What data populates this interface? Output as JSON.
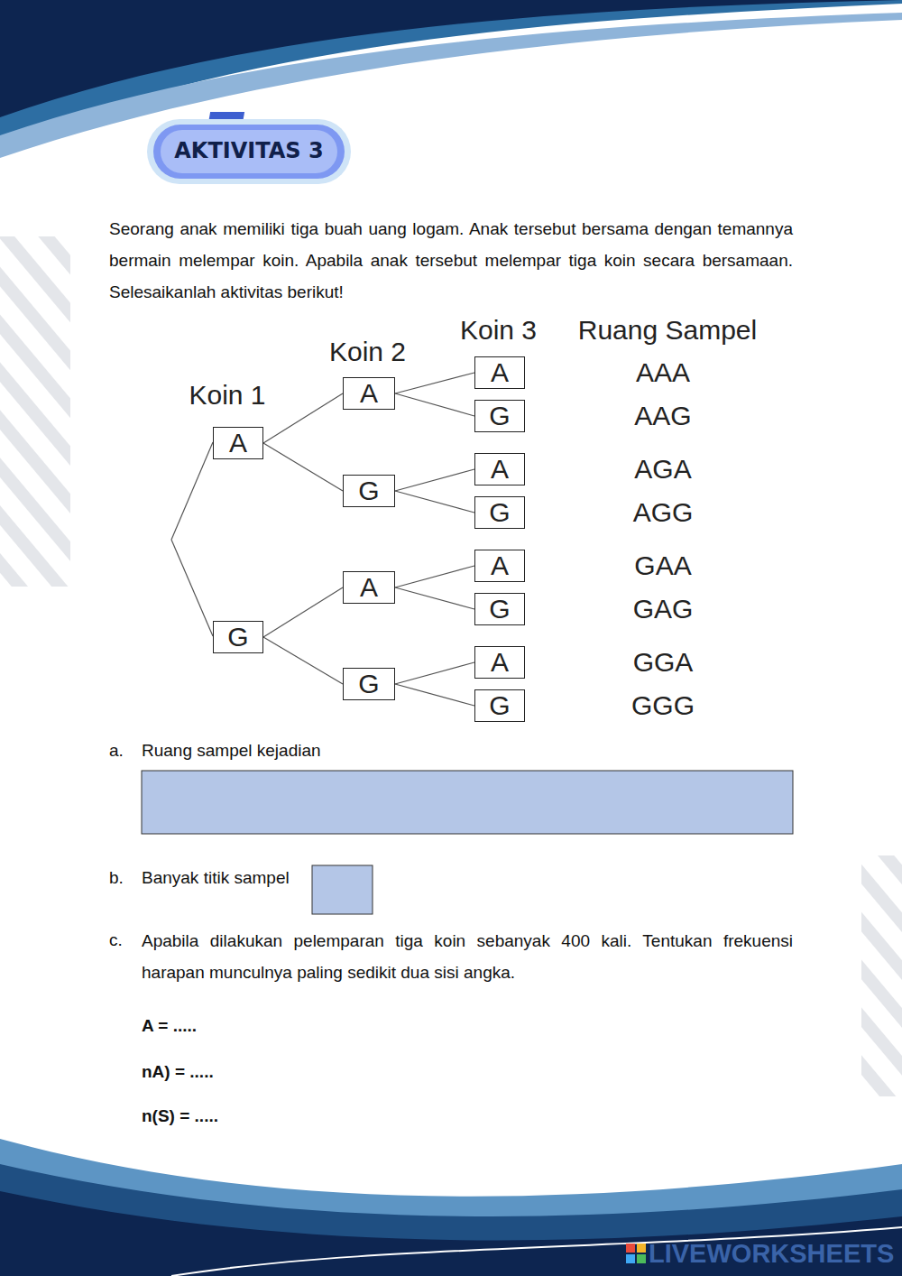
{
  "diagram": {
    "title": "AKTIVITAS 3",
    "nodes": [
      {
        "text": [
          "A"
        ]
      },
      {
        "text": [
          "A"
        ]
      },
      {
        "text": [
          "A"
        ]
      },
      {
        "text": [
          "G"
        ]
      },
      {
        "text": [
          "G"
        ]
      },
      {
        "text": [
          "A"
        ]
      },
      {
        "text": [
          "G"
        ]
      },
      {
        "text": [
          "G"
        ]
      },
      {
        "text": [
          "A"
        ]
      },
      {
        "text": [
          "A"
        ]
      },
      {
        "text": [
          "G"
        ]
      },
      {
        "text": [
          "G"
        ]
      },
      {
        "text": [
          "A"
        ]
      },
      {
        "text": [
          "G"
        ]
      }
    ],
    "edges": [
      {
        "from": 0,
        "to": 1,
        "arrow": "none"
      },
      {
        "from": 1,
        "to": 2,
        "arrow": "none"
      },
      {
        "from": 1,
        "to": 3,
        "arrow": "none"
      },
      {
        "from": 0,
        "to": 4,
        "arrow": "none"
      },
      {
        "from": 4,
        "to": 5,
        "arrow": "none"
      },
      {
        "from": 4,
        "to": 6,
        "arrow": "none"
      },
      {
        "from": 7,
        "to": 8,
        "arrow": "none"
      },
      {
        "from": 8,
        "to": 9,
        "arrow": "none"
      },
      {
        "from": 8,
        "to": 10,
        "arrow": "none"
      },
      {
        "from": 7,
        "to": 11,
        "arrow": "none"
      },
      {
        "from": 11,
        "to": 12,
        "arrow": "none"
      },
      {
        "from": 11,
        "to": 13,
        "arrow": "none"
      }
    ],
    "labels": [
      "Seorang anak memiliki tiga buah uang logam. Anak tersebut bersama dengan temannya bermain melempar koin. Apabila anak tersebut melempar tiga koin secara bersamaan. Selesaikanlah aktivitas berikut!",
      "Koin 1",
      "Koin 2",
      "Koin 3",
      "Ruang Sampel",
      "AAA",
      "AAG",
      "AGA",
      "AGG",
      "GAA",
      "GAG",
      "GGA",
      "GGG",
      "a.",
      "Ruang sampel kejadian",
      "b.",
      "Banyak titik sampel",
      "c.",
      "Apabila dilakukan pelemparan tiga koin sebanyak 400 kali. Tentukan frekuensi harapan munculnya paling sedikit dua sisi angka.",
      "A = .....",
      "nA) = .....",
      "n(S) = .....",
      "LIVEWORKSHEETS"
    ]
  }
}
